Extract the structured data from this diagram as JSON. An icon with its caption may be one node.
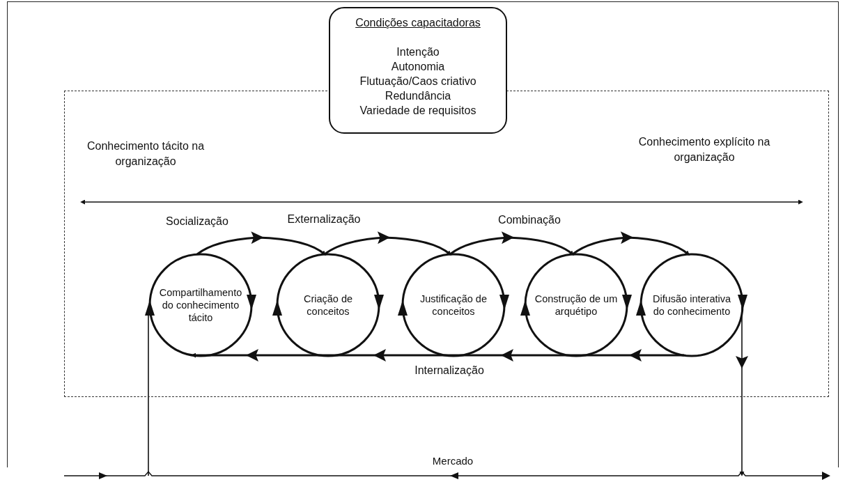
{
  "diagram": {
    "nodes": [
      {
        "text": [
          "Condições capacitadoras",
          "Intenção",
          "Autonomia",
          "Flutuação/Caos criativo",
          "Redundância",
          "Variedade de requisitos"
        ]
      },
      {
        "text": [],
        "shape": "box"
      },
      {
        "text": [
          "Conhecimento tácito na organização"
        ],
        "in": 1
      },
      {
        "text": [
          "Conhecimento explícito na organização"
        ],
        "in": 1
      },
      {
        "text": [
          "Compartilhamento do conhecimento tácito"
        ],
        "in": 1
      },
      {
        "text": [
          "Criação de conceitos"
        ],
        "in": 1
      },
      {
        "text": [
          "Justificação de conceitos"
        ],
        "in": 1
      },
      {
        "text": [
          "Construção de um arquétipo"
        ],
        "in": 1
      },
      {
        "text": [
          "Difusão interativa do conhecimento"
        ],
        "in": 1
      }
    ],
    "edges": [
      {
        "from": 4,
        "to": 5,
        "arrow": "to",
        "label": "Socialização"
      },
      {
        "from": 5,
        "to": 6,
        "arrow": "to",
        "label": "Externalização"
      },
      {
        "from": 6,
        "to": 7,
        "arrow": "to",
        "label": "Combinação"
      },
      {
        "from": 7,
        "to": 8,
        "arrow": "to"
      },
      {
        "from": 8,
        "to": 4,
        "arrow": "to",
        "label": "Internalização"
      },
      {
        "from": 2,
        "to": 3,
        "arrow": "both"
      },
      {
        "from": null,
        "to": 4,
        "arrow": "to"
      },
      {
        "from": 8,
        "to": null,
        "arrow": "to"
      }
    ],
    "labels": [
      "Mercado"
    ]
  }
}
